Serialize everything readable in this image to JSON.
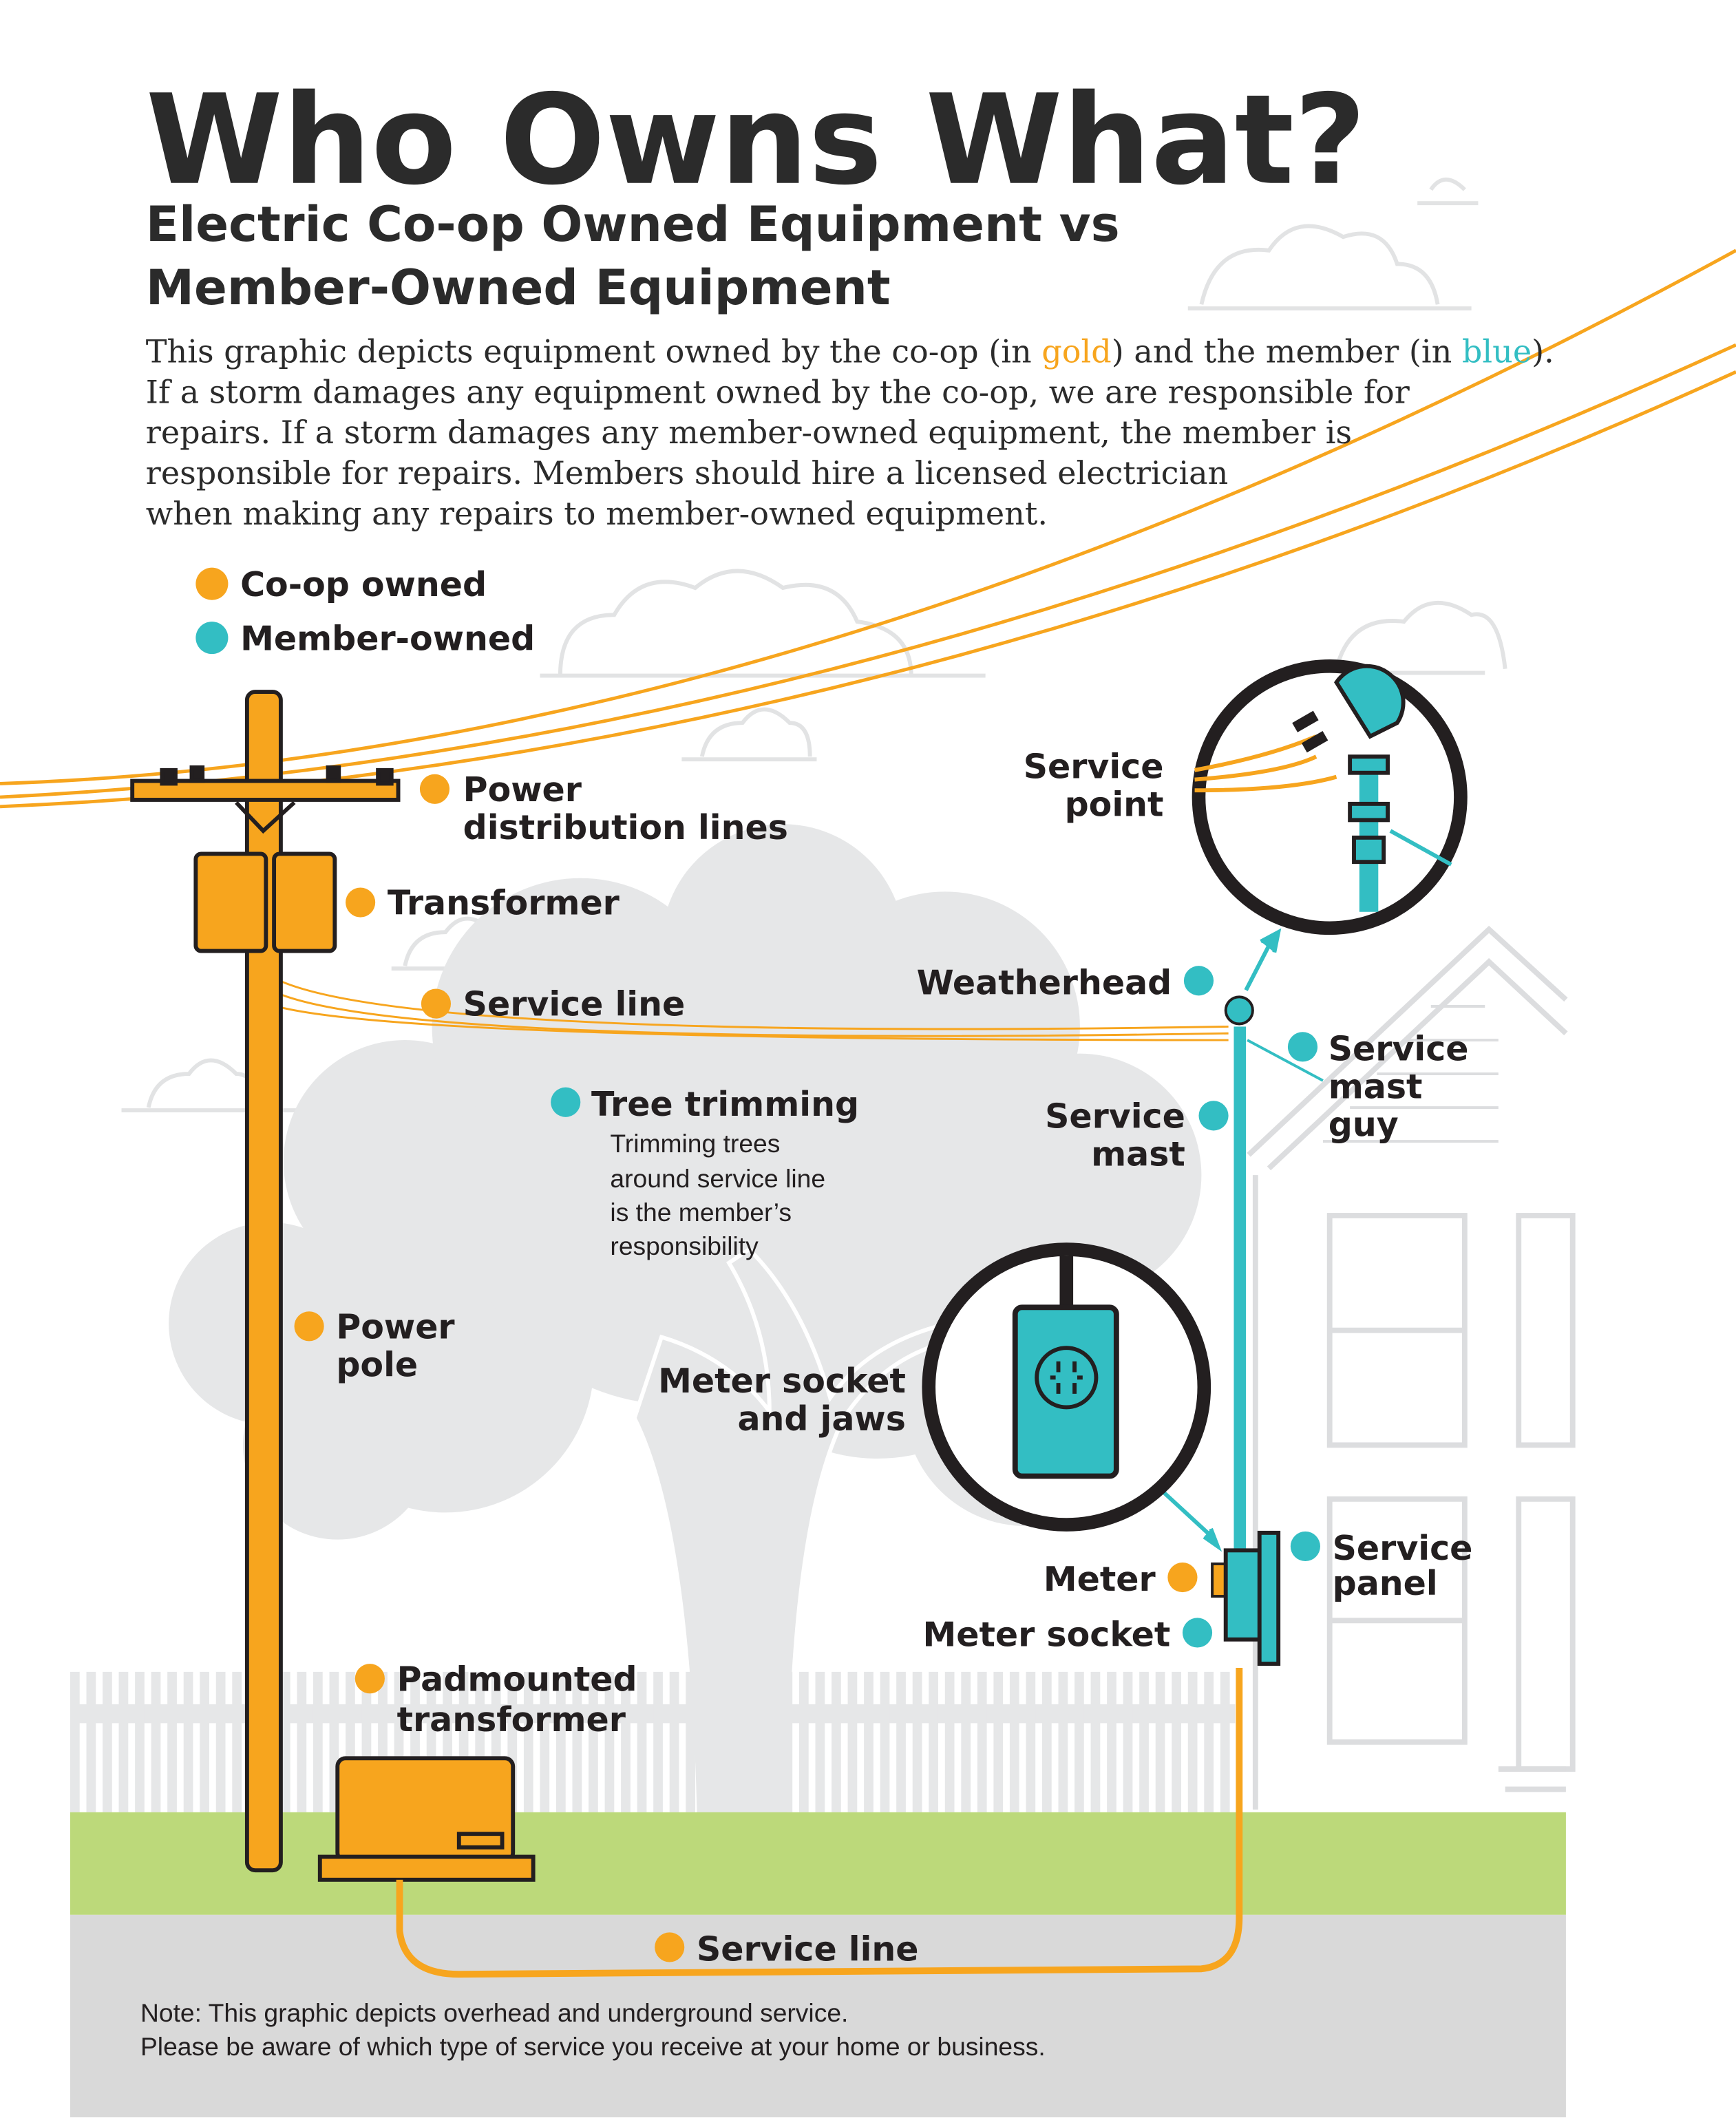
{
  "title": "Who Owns What?",
  "subtitle": [
    "Electric Co-op Owned Equipment vs",
    "Member-Owned Equipment"
  ],
  "intro": {
    "line1_a": "This graphic depicts equipment owned by the co-op (in ",
    "gold_word": "gold",
    "line1_b": ") and the member (in ",
    "blue_word": "blue",
    "line1_c": ").",
    "lines": [
      "If a storm damages any equipment owned by the co-op, we are responsible for",
      "repairs. If a storm damages any member-owned equipment, the member is",
      "responsible for repairs. Members should hire a licensed electrician",
      "when making any repairs to member-owned equipment."
    ]
  },
  "legend": {
    "coop": "Co-op owned",
    "member": "Member-owned"
  },
  "colors": {
    "gold": "#f7a51e",
    "blue": "#33bec3",
    "green": "#bcd97a",
    "ground": "#d9d9d9",
    "tree": "#e6e7e8"
  },
  "labels": {
    "power_lines": [
      "Power",
      "distribution lines"
    ],
    "transformer": "Transformer",
    "service_line_overhead": "Service line",
    "tree_trimming": "Tree trimming",
    "tree_note": [
      "Trimming trees",
      "around service line",
      "is the member’s",
      "responsibility"
    ],
    "power_pole": [
      "Power",
      "pole"
    ],
    "padmounted": [
      "Padmounted",
      "transformer"
    ],
    "service_point": [
      "Service",
      "point"
    ],
    "weatherhead": "Weatherhead",
    "service_mast_guy": [
      "Service",
      "mast",
      "guy"
    ],
    "service_mast": [
      "Service",
      "mast"
    ],
    "meter_socket_jaws": [
      "Meter socket",
      "and jaws"
    ],
    "meter": "Meter",
    "meter_socket": "Meter socket",
    "service_panel": [
      "Service",
      "panel"
    ],
    "service_line_underground": "Service line"
  },
  "note": [
    "Note: This graphic depicts overhead and underground service.",
    "Please be aware of which type of service you receive at your home or business."
  ]
}
